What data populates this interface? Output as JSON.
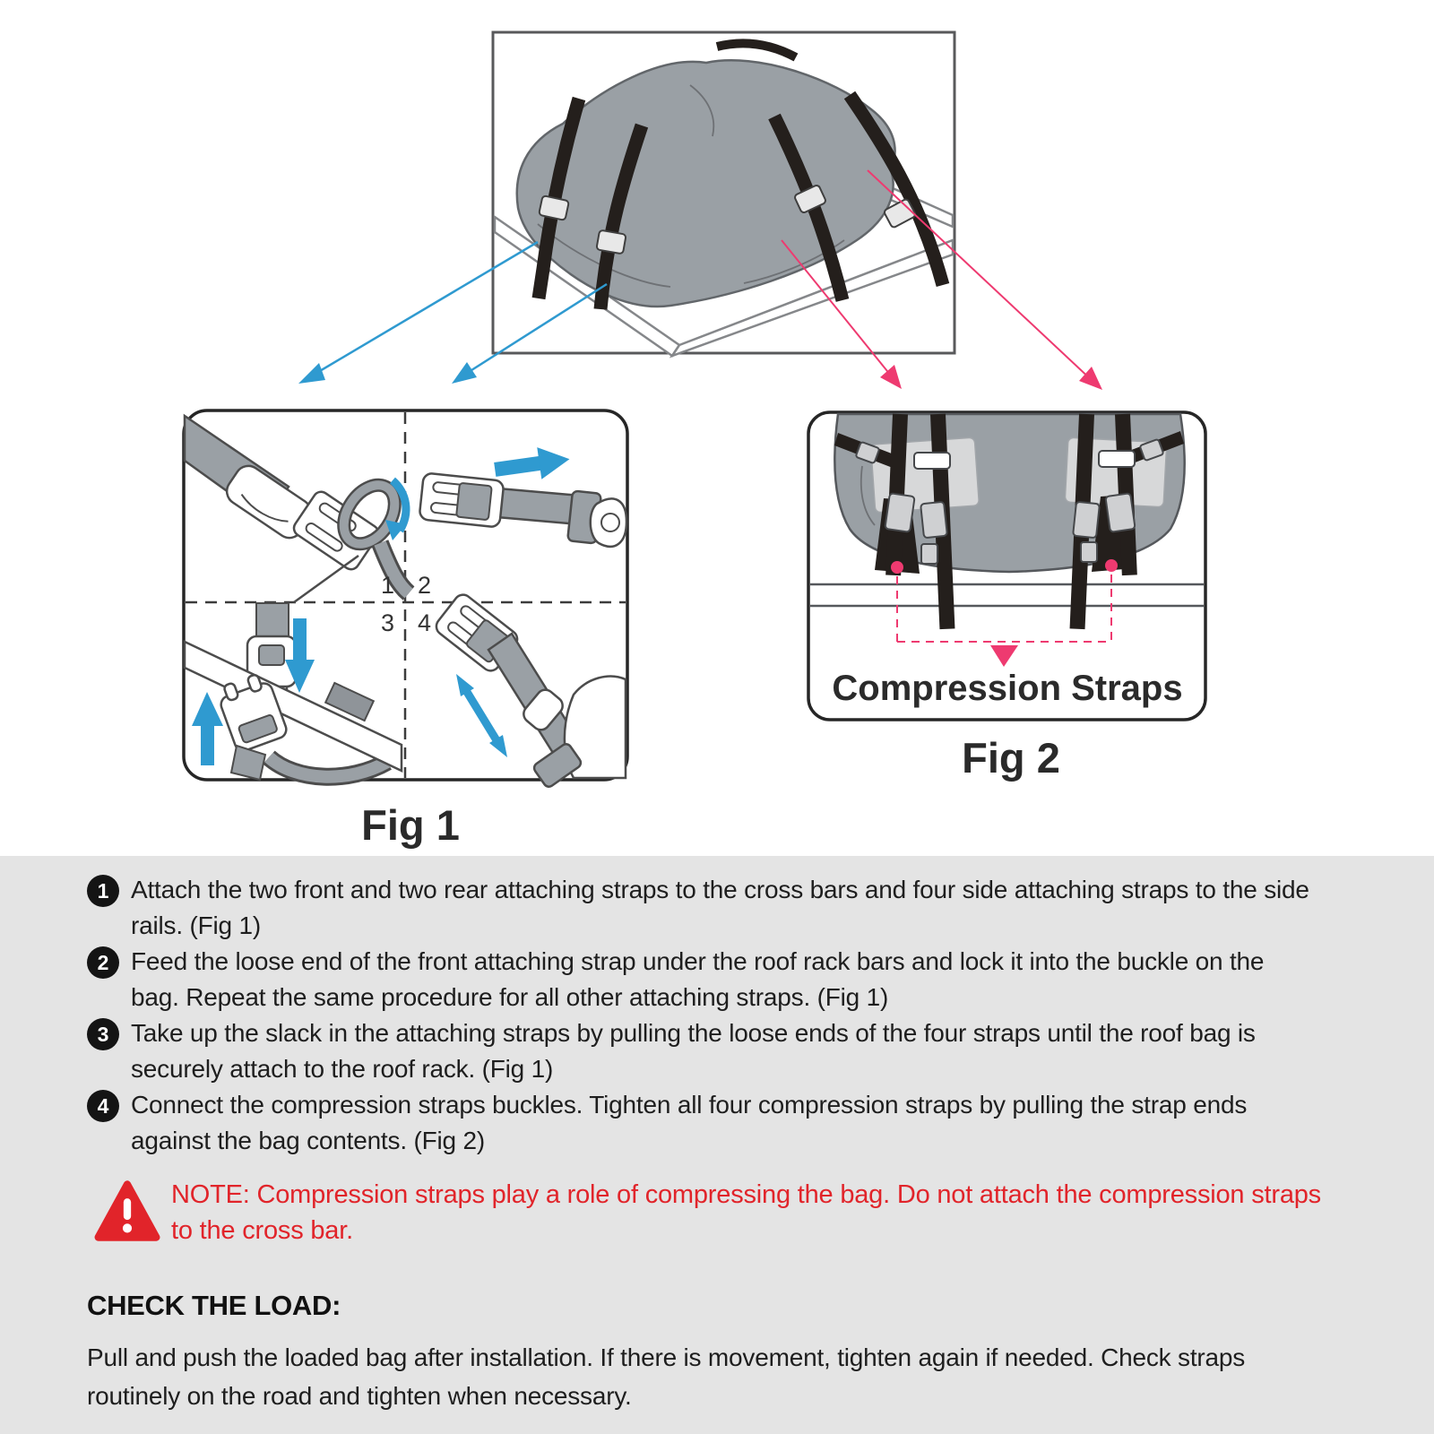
{
  "figures": {
    "fig1": {
      "label": "Fig 1",
      "quadrants": [
        "1",
        "2",
        "3",
        "4"
      ]
    },
    "fig2": {
      "label": "Fig 2",
      "caption": "Compression Straps"
    }
  },
  "steps": [
    {
      "num": "1",
      "text": "Attach the two front and two rear attaching straps to the cross bars and four side attaching straps to the side rails. (Fig 1)"
    },
    {
      "num": "2",
      "text": "Feed the loose end of the front attaching strap under the roof rack bars and lock it into the buckle on the bag. Repeat the same procedure for all other attaching straps. (Fig 1)"
    },
    {
      "num": "3",
      "text": "Take up the slack in the attaching straps by pulling the loose ends of the four straps until the roof bag  is securely attach to the roof rack. (Fig 1)"
    },
    {
      "num": "4",
      "text": "Connect the compression straps buckles. Tighten all four compression straps by pulling the strap ends against the bag contents. (Fig 2)"
    }
  ],
  "note": {
    "text": "NOTE: Compression straps play a role of compressing the bag. Do not attach the compression straps to the cross bar."
  },
  "check_load": {
    "heading": "CHECK THE LOAD:",
    "body": "Pull and push the loaded bag after installation. If there is movement, tighten again if needed. Check straps routinely on the road and tighten when necessary."
  },
  "colors": {
    "accent_blue": "#2f9ad0",
    "accent_pink": "#ee3a70",
    "warning_red": "#e1242a",
    "panel_gray": "#e4e4e4",
    "bag_gray": "#9aa0a5",
    "strap_black": "#241f1c",
    "outline_gray": "#4c4c4c"
  }
}
